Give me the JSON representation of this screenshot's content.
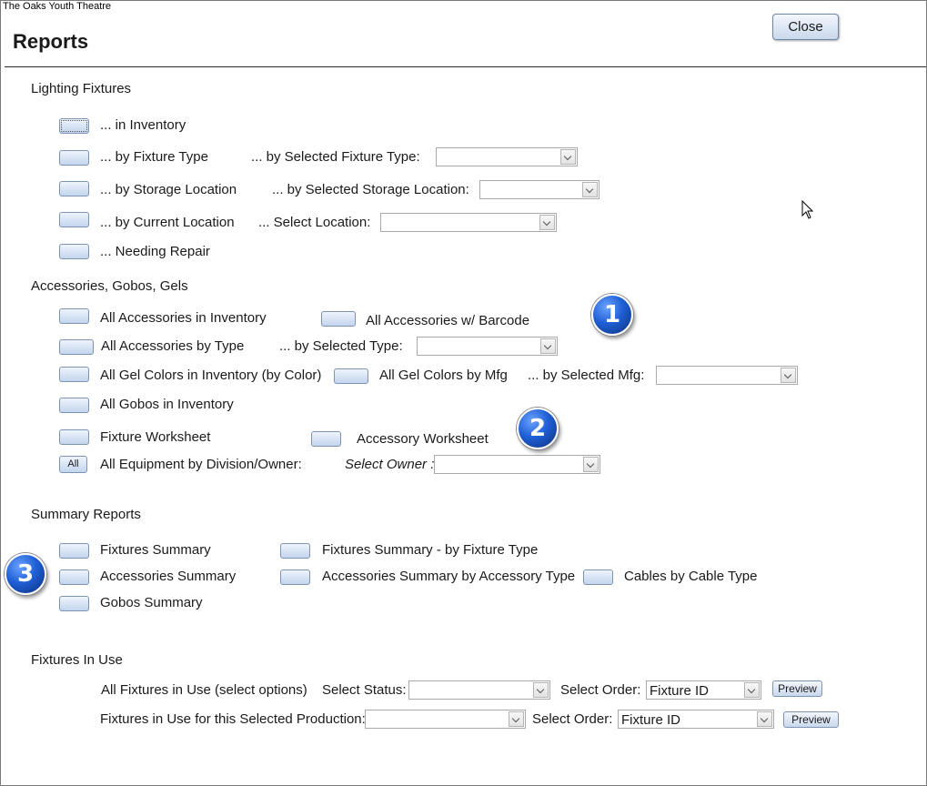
{
  "app": {
    "title": "The Oaks Youth Theatre"
  },
  "header": {
    "title": "Reports",
    "close_label": "Close"
  },
  "lighting": {
    "heading": "Lighting Fixtures",
    "in_inventory": "... in Inventory",
    "by_fixture_type": "... by Fixture Type",
    "by_selected_fixture_type": "... by Selected Fixture Type:",
    "by_storage_location": "... by Storage Location",
    "by_selected_storage_location": "... by Selected Storage Location:",
    "by_current_location": "... by Current Location",
    "select_location": "... Select Location:",
    "needing_repair": "... Needing Repair"
  },
  "accessories": {
    "heading": "Accessories, Gobos, Gels",
    "all_in_inventory": "All Accessories in Inventory",
    "all_with_barcode": "All Accessories w/ Barcode",
    "all_by_type": "All Accessories by Type",
    "by_selected_type": "... by Selected Type:",
    "gel_colors_inventory": "All Gel Colors in Inventory (by Color)",
    "gel_colors_by_mfg": "All Gel Colors by Mfg",
    "by_selected_mfg": "... by Selected Mfg:",
    "gobos_inventory": "All Gobos in Inventory",
    "fixture_worksheet": "Fixture Worksheet",
    "accessory_worksheet": "Accessory Worksheet",
    "all_button": "All",
    "all_equipment": "All Equipment by Division/Owner:",
    "select_owner": "Select Owner :"
  },
  "summary": {
    "heading": "Summary Reports",
    "fixtures_summary": "Fixtures Summary",
    "fixtures_by_type": "Fixtures Summary - by Fixture Type",
    "accessories_summary": "Accessories  Summary",
    "accessories_by_type": "Accessories  Summary by Accessory Type",
    "cables_by_type": "Cables by Cable Type",
    "gobos_summary": "Gobos Summary"
  },
  "in_use": {
    "heading": "Fixtures In Use",
    "all_in_use": "All Fixtures in Use (select options)",
    "select_status": "Select Status:",
    "select_order_1": "Select Order:",
    "order_1_value": "Fixture ID",
    "preview_1": "Preview",
    "by_production": "Fixtures in Use for this Selected Production:",
    "select_order_2": "Select Order:",
    "order_2_value": "Fixture ID",
    "preview_2": "Preview"
  },
  "badges": {
    "one": "1",
    "two": "2",
    "three": "3"
  },
  "colors": {
    "badge": "#1f5fd6",
    "button": "#c3d5ee"
  }
}
